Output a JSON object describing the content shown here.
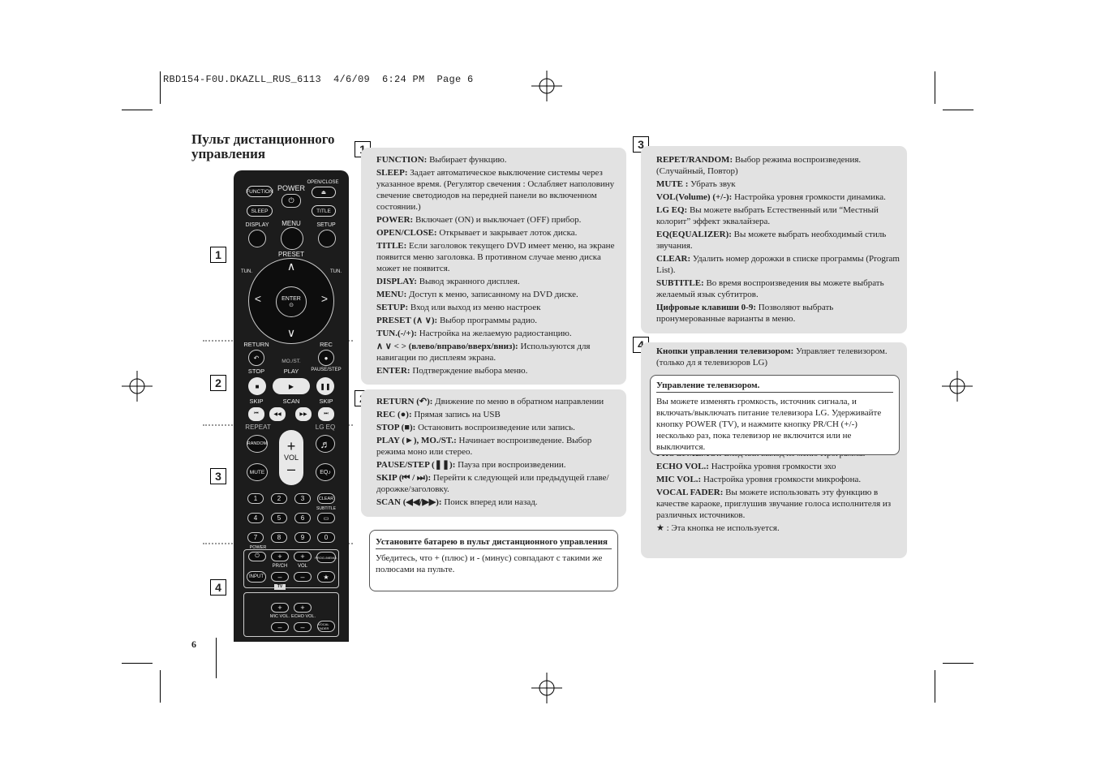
{
  "header": "RBD154-F0U.DKAZLL_RUS_6113  4/6/09  6:24 PM  Page 6",
  "title": "Пульт дистанционного управления",
  "page_number": "6",
  "markers": [
    "1",
    "2",
    "3",
    "4"
  ],
  "remote": {
    "function": "FUNCTION",
    "power": "POWER",
    "open_close": "OPEN/CLOSE",
    "sleep": "SLEEP",
    "title": "TITLE",
    "display": "DISPLAY",
    "menu": "MENU",
    "setup": "SETUP",
    "preset": "PRESET",
    "tun_minus": "TUN.",
    "tun_plus": "TUN.",
    "enter": "ENTER",
    "return": "RETURN",
    "rec": "REC",
    "mo_st": "MO./ST.",
    "stop": "STOP",
    "play": "PLAY",
    "pause": "PAUSE/STEP",
    "skip_l": "SKIP",
    "scan": "SCAN",
    "skip_r": "SKIP",
    "repeat": "REPEAT",
    "lg_eq": "LG EQ",
    "random": "RANDOM",
    "vol": "VOL",
    "mute": "MUTE",
    "eq": "EQ",
    "digits": [
      "1",
      "2",
      "3",
      "4",
      "5",
      "6",
      "7",
      "8",
      "9",
      "0"
    ],
    "clear": "CLEAR",
    "subtitle": "SUBTITLE",
    "tv_power": "POWER",
    "prch": "PR/CH",
    "tv_vol": "VOL",
    "input": "INPUT",
    "prog": "PROG./MEMO.",
    "tv": "TV",
    "mic_vol": "MIC VOL.",
    "echo_vol": "ECHO VOL.",
    "vocal": "VOCAL FADER"
  },
  "s1": [
    {
      "k": "FUNCTION:",
      "v": " Выбирает функцию."
    },
    {
      "k": "SLEEP:",
      "v": " Задает автоматическое выключение системы через указанное время. (Регулятор свечения : Ослабляет наполовину свечение светодиодов на передней панели во включенном состоянии.)"
    },
    {
      "k": "POWER:",
      "v": " Включает (ON) и выключает (OFF) прибор."
    },
    {
      "k": "OPEN/CLOSE:",
      "v": " Открывает и закрывает лоток диска."
    },
    {
      "k": "TITLE:",
      "v": " Если заголовок текущего DVD имеет меню, на экране появится меню заголовка. В противном случае меню диска может не появится."
    },
    {
      "k": "DISPLAY:",
      "v": " Вывод экранного дисплея."
    },
    {
      "k": "MENU:",
      "v": " Доступ к меню, записанному на DVD диске."
    },
    {
      "k": "SETUP:",
      "v": " Вход или выход из меню настроек"
    },
    {
      "k": "PRESET (∧ ∨):",
      "v": " Выбор программы радио."
    },
    {
      "k": "TUN.(-/+):",
      "v": " Настройка на желаемую радиостанцию."
    },
    {
      "k": "∧ ∨ < > (влево/вправо/вверх/вниз):",
      "v": " Используются для навигации по дисплеям экрана."
    },
    {
      "k": "ENTER:",
      "v": " Подтверждение выбора меню."
    }
  ],
  "s2": [
    {
      "k": "RETURN (↶):",
      "v": " Движение по меню в обратном направлении"
    },
    {
      "k": "REC (●):",
      "v": " Прямая запись на USB"
    },
    {
      "k": "STOP (■):",
      "v": " Остановить воспроизведение или запись."
    },
    {
      "k": "PLAY (►), MO./ST.:",
      "v": " Начинает воспроизведение. Выбор режима моно или стерео."
    },
    {
      "k": "PAUSE/STEP (❚❚):",
      "v": " Пауза при воспроизведении."
    },
    {
      "k": "SKIP (⏮ / ⏭):",
      "v": " Перейти к следующей или предыдущей главе/дорожке/заголовку."
    },
    {
      "k": "SCAN (◀◀/▶▶):",
      "v": " Поиск вперед или назад."
    }
  ],
  "battery": {
    "title": "Установите батарею в пульт дистанционного управления",
    "text": "Убедитесь, что + (плюс) и - (минус) совпадают с такими же полюсами на  пульте."
  },
  "s3": [
    {
      "k": "REPET/RANDOM:",
      "v": " Выбор режима воспроизведения. (Случайный, Повтор)"
    },
    {
      "k": "MUTE :",
      "v": " Убрать звук"
    },
    {
      "k": "VOL(Volume) (+/-):",
      "v": " Настройка уровня громкости динамика."
    },
    {
      "k": "LG EQ:",
      "v": " Вы можете выбрать Естественный или “Местный колорит” эффект эквалайзера."
    },
    {
      "k": "EQ(EQUALIZER):",
      "v": " Вы можете выбрать необходимый стиль звучания."
    },
    {
      "k": "CLEAR:",
      "v": " Удалить номер дорожки в списке программы (Program List)."
    },
    {
      "k": "SUBTITLE:",
      "v": " Во время воспроизведения вы можете выбрать желаемый язык субтитров."
    },
    {
      "k": "Цифровые клавиши 0-9:",
      "v": " Позволяют выбрать пронумерованные варианты в меню."
    }
  ],
  "s4_intro": {
    "k": "Кнопки управления телевизором:",
    "v": " Управляет телевизором. (только дл  я телевизоров LG)"
  },
  "tvbox": {
    "title": "Управление телевизором.",
    "text": "Вы можете изменять громкость, источник сигнала, и включать/выключать питание телевизора LG. Удерживайте кнопку POWER (TV), и нажмите кнопку PR/CH (+/-) несколько раз, пока телевизор не включится или не выключится."
  },
  "s4": [
    {
      "k": "PROG./MEMO.:",
      "v": " Вход или выход из меню Программа."
    },
    {
      "k": "ECHO VOL.:",
      "v": " Настройка уровня громкости эхо"
    },
    {
      "k": "MIC VOL.:",
      "v": " Настройка уровня громкости микрофона."
    },
    {
      "k": "VOCAL FADER:",
      "v": " Вы можете использовать эту функцию в качестве караоке, приглушив звучание голоса исполнителя из различных источников."
    }
  ],
  "note": " : Эта кнопка не используется."
}
